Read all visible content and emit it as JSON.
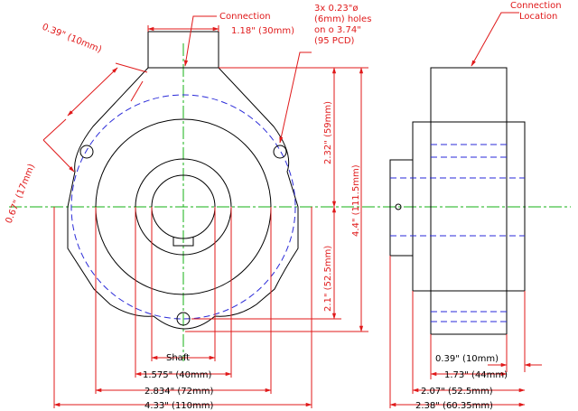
{
  "colors": {
    "outline": "#000000",
    "dimension": "#e0191a",
    "centerline": "#16b016",
    "pcd_circle": "#2a2ad8"
  },
  "labels": {
    "connection": "Connection",
    "connection_width": "1.18\" (30mm)",
    "connection_location_1": "Connection",
    "connection_location_2": "Location",
    "holes_1": "3x 0.23\"ø",
    "holes_2": "(6mm) holes",
    "holes_3": "on o 3.74\"",
    "holes_4": "(95 PCD)",
    "dim_039_left": "0.39\" (10mm)",
    "dim_067": "0.67\" (17mm)",
    "dim_232": "2.32\" (59mm)",
    "dim_44": "4.4\" (111.5mm)",
    "dim_21": "2.1\" (52.5mm)",
    "shaft": "Shaft",
    "dim_1575": "1.575\" (40mm)",
    "dim_2834": "2.834\" (72mm)",
    "dim_433": "4.33\" (110mm)",
    "dim_039_right": "0.39\" (10mm)",
    "dim_173": "1.73\" (44mm)",
    "dim_207": "2.07\" (52.5mm)",
    "dim_238": "2.38\" (60.35mm)"
  }
}
